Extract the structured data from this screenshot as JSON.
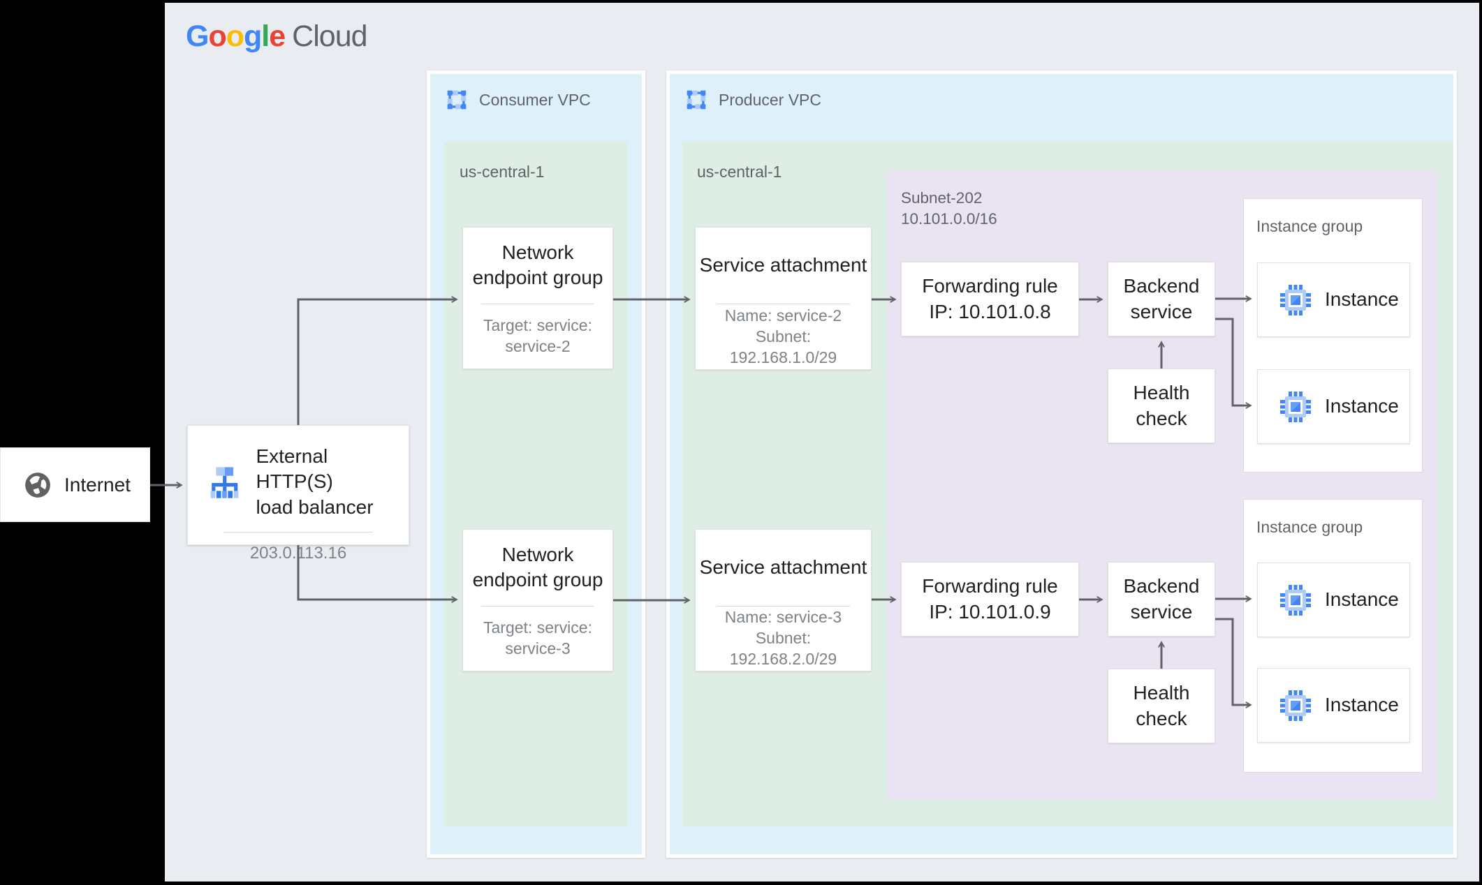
{
  "logo": {
    "letters": [
      {
        "ch": "G",
        "color": "#4285F4"
      },
      {
        "ch": "o",
        "color": "#EA4335"
      },
      {
        "ch": "o",
        "color": "#FBBC05"
      },
      {
        "ch": "g",
        "color": "#4285F4"
      },
      {
        "ch": "l",
        "color": "#34A853"
      },
      {
        "ch": "e",
        "color": "#EA4335"
      }
    ],
    "cloud": "Cloud"
  },
  "internet": {
    "label": "Internet"
  },
  "load_balancer": {
    "title_line1": "External HTTP(S)",
    "title_line2": "load balancer",
    "ip": "203.0.113.16"
  },
  "consumer_vpc": {
    "label": "Consumer VPC",
    "region": "us-central-1",
    "negs": [
      {
        "title_line1": "Network",
        "title_line2": "endpoint group",
        "target_line1": "Target: service:",
        "target_line2": "service-2"
      },
      {
        "title_line1": "Network",
        "title_line2": "endpoint group",
        "target_line1": "Target: service:",
        "target_line2": "service-3"
      }
    ]
  },
  "producer_vpc": {
    "label": "Producer VPC",
    "region": "us-central-1",
    "service_attachments": [
      {
        "title": "Service attachment",
        "name": "Name: service-2",
        "subnet_label": "Subnet:",
        "cidr": "192.168.1.0/29"
      },
      {
        "title": "Service attachment",
        "name": "Name: service-3",
        "subnet_label": "Subnet:",
        "cidr": "192.168.2.0/29"
      }
    ],
    "subnet": {
      "name": "Subnet-202",
      "cidr": "10.101.0.0/16",
      "rows": [
        {
          "fr_line1": "Forwarding rule",
          "fr_line2": "IP: 10.101.0.8",
          "bs_line1": "Backend",
          "bs_line2": "service",
          "hc_line1": "Health",
          "hc_line2": "check"
        },
        {
          "fr_line1": "Forwarding rule",
          "fr_line2": "IP: 10.101.0.9",
          "bs_line1": "Backend",
          "bs_line2": "service",
          "hc_line1": "Health",
          "hc_line2": "check"
        }
      ]
    },
    "instance_groups": [
      {
        "label": "Instance group",
        "instances": [
          "Instance",
          "Instance"
        ]
      },
      {
        "label": "Instance group",
        "instances": [
          "Instance",
          "Instance"
        ]
      }
    ]
  },
  "colors": {
    "canvas": "#e9edf1",
    "vpc_fill": "#def1fb",
    "region_fill": "#dfeee5",
    "subnet_fill": "#eae3f2",
    "line": "#5f6368",
    "title_text": "#212121",
    "secondary_text": "#7d8287",
    "icon_blue": "#4285f4",
    "icon_blue_light": "#aecbfa",
    "icon_blue_mid": "#669df6"
  }
}
